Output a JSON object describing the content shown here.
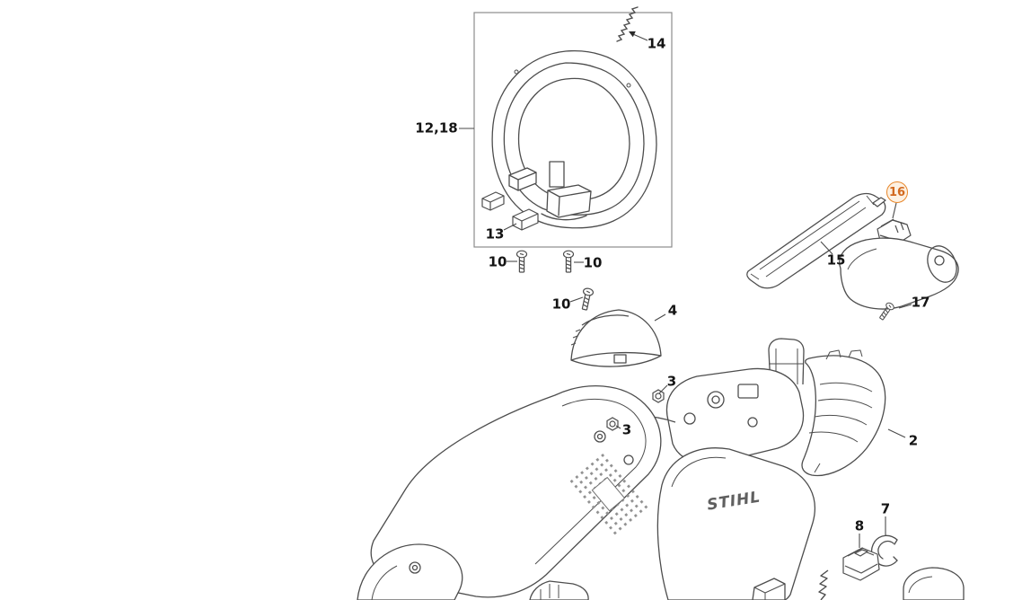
{
  "diagram": {
    "brand_logo": "STIHL",
    "line_color": "#4d4d4d",
    "highlight_color": "#e8872a",
    "callouts": [
      {
        "label": "14"
      },
      {
        "label": "12,18"
      },
      {
        "label": "13"
      },
      {
        "label": "10"
      },
      {
        "label": "10"
      },
      {
        "label": "10"
      },
      {
        "label": "4"
      },
      {
        "label": "3"
      },
      {
        "label": "3"
      },
      {
        "label": "15"
      },
      {
        "label": "16",
        "highlighted": true
      },
      {
        "label": "17"
      },
      {
        "label": "2"
      },
      {
        "label": "7"
      },
      {
        "label": "8"
      }
    ]
  }
}
